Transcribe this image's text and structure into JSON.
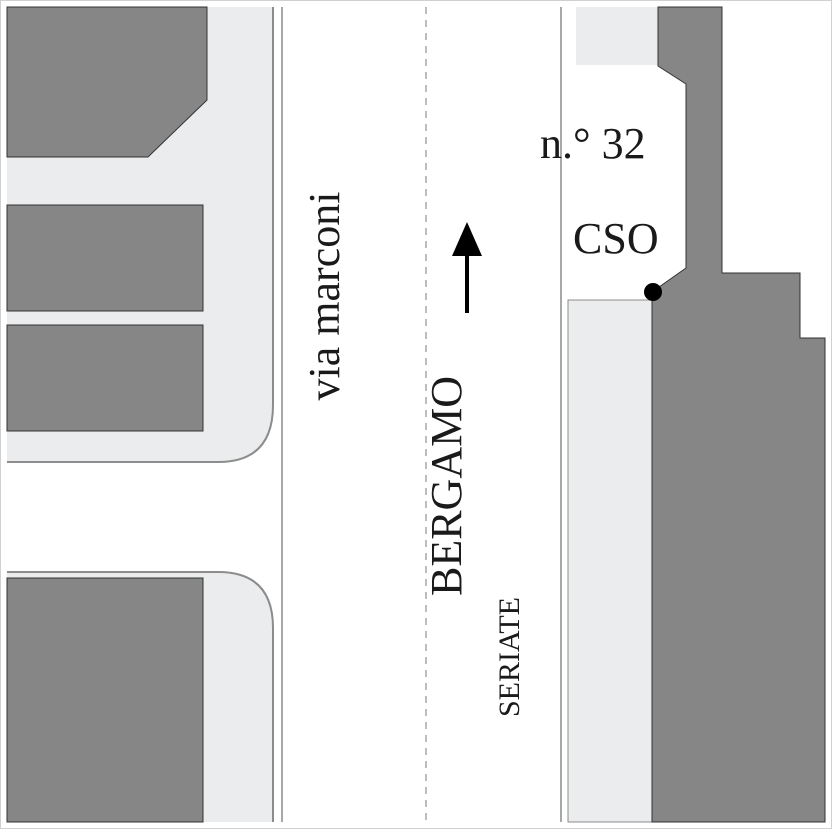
{
  "map": {
    "labels": {
      "street_name": "via marconi",
      "direction_main": "BERGAMO",
      "direction_sub": "SERIATE",
      "house_number": "n.° 32",
      "site_code": "CSO"
    },
    "north_arrow_icon": "arrow-up-icon",
    "colors": {
      "background": "#ffffff",
      "building": "#868686",
      "sidewalk": "#ebeced",
      "outline": "#333333",
      "curb": "#8c8c8c",
      "centerline": "#bdbdbd",
      "text": "#1a1a1a",
      "marker": "#000000"
    }
  }
}
